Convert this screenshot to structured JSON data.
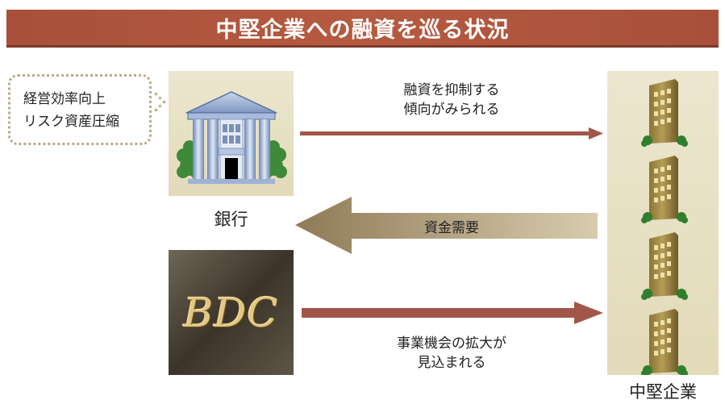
{
  "title": "中堅企業への融資を巡る状況",
  "bubble": {
    "line1": "経営効率向上",
    "line2": "リスク資産圧縮"
  },
  "bank": {
    "label": "銀行"
  },
  "bdc": {
    "logo_text": "BDC"
  },
  "companies": {
    "label": "中堅企業"
  },
  "arrows": {
    "top": {
      "line1": "融資を抑制する",
      "line2": "傾向がみられる"
    },
    "middle": {
      "label": "資金需要"
    },
    "bottom": {
      "line1": "事業機会の拡大が",
      "line2": "見込まれる"
    }
  },
  "colors": {
    "title_bar": "#b65a40",
    "arrow_thin": "#a0574a",
    "arrow_big": "#a8936c",
    "panel_bg": "#e8e1c5",
    "bdc_gold": "#e2c781"
  }
}
